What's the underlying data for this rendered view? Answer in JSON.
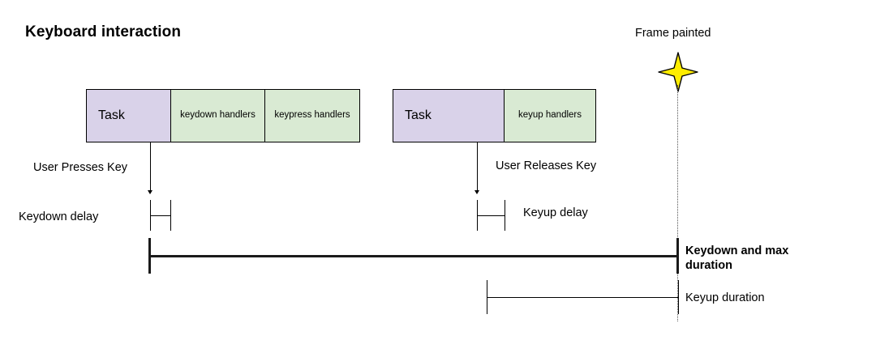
{
  "title": "Keyboard interaction",
  "colors": {
    "task_fill": "#d9d2e9",
    "handler_fill": "#d9ead3",
    "stroke": "#000000",
    "star_fill": "#ffed00",
    "guide_line": "#555555"
  },
  "timeline": {
    "frame_marker": {
      "label": "Frame painted",
      "icon": "four-point-star-icon"
    },
    "groups": [
      {
        "name": "keydown-group",
        "boxes": [
          {
            "label": "Task",
            "kind": "task"
          },
          {
            "label": "keydown handlers",
            "kind": "handler"
          },
          {
            "label": "keypress handlers",
            "kind": "handler"
          }
        ],
        "event_label": "User Presses Key"
      },
      {
        "name": "keyup-group",
        "boxes": [
          {
            "label": "Task",
            "kind": "task"
          },
          {
            "label": "keyup handlers",
            "kind": "handler"
          }
        ],
        "event_label": "User Releases Key"
      }
    ],
    "measures": [
      {
        "name": "keydown-delay",
        "label": "Keydown delay",
        "label_side": "left",
        "emphasis": "normal"
      },
      {
        "name": "keyup-delay",
        "label": "Keyup delay",
        "label_side": "right",
        "emphasis": "normal"
      },
      {
        "name": "keydown-and-max-duration",
        "label": "Keydown and max duration",
        "label_side": "right",
        "emphasis": "bold"
      },
      {
        "name": "keyup-duration",
        "label": "Keyup duration",
        "label_side": "right",
        "emphasis": "normal"
      }
    ]
  }
}
